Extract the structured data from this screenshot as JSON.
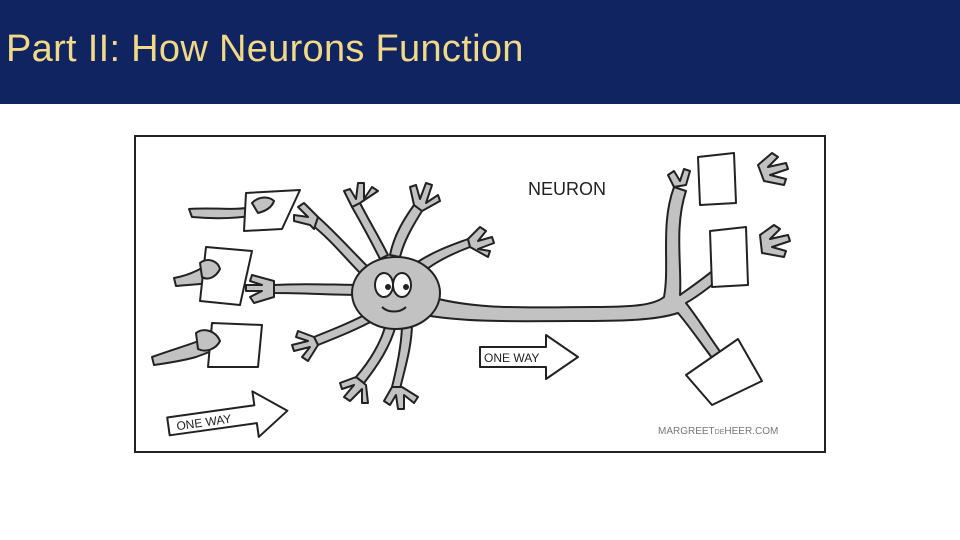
{
  "slide": {
    "title": "Part II: How Neurons Function"
  },
  "cartoon": {
    "label_neuron": "NEURON",
    "arrow_left_text": "ONE WAY",
    "arrow_right_text": "ONE WAY",
    "credit_left": "MARGREET",
    "credit_mid": "DE",
    "credit_right": "HEER.COM"
  },
  "colors": {
    "title_bar": "#0f2461",
    "title_text": "#f2d987",
    "neuron_fill": "#c2c2c2",
    "ink": "#222222"
  }
}
